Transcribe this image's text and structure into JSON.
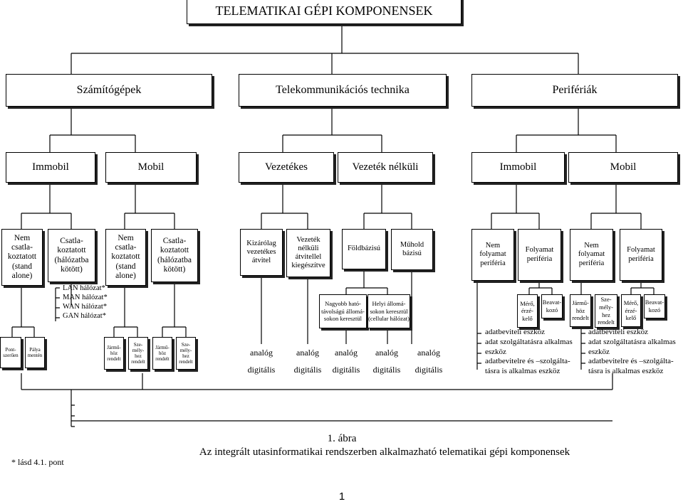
{
  "title": "TELEMATIKAI GÉPI KOMPONENSEK",
  "level2": [
    "Számítógépek",
    "Telekommunikációs technika",
    "Perifériák"
  ],
  "level3": [
    "Immobil",
    "Mobil",
    "Vezetékes",
    "Vezeték nélküli",
    "Immobil",
    "Mobil"
  ],
  "level4": [
    "Nem\ncsatla-\nkoztatott\n(stand\nalone)",
    "Csatla-\nkoztatott\n(hálózatba\nkötött)",
    "Nem\ncsatla-\nkoztatott\n(stand\nalone)",
    "Csatla-\nkoztatott\n(hálózatba\nkötött)",
    "Kizárólag\nvezetékes\nátvitel",
    "Vezeték\nnélküli\nátvitellel\nkiegészítve",
    "Földbázisú",
    "Műhold\nbázisú",
    "Nem\nfolyamat\nperiféria",
    "Folyamat\nperiféria",
    "Nem\nfolyamat\nperiféria",
    "Folyamat\nperiféria"
  ],
  "networks": "LAN hálózat*\nMAN hálózat*\nWAN hálózat*\nGAN hálózat*",
  "level5": [
    "Nagyobb ható-\ntávolságú állomá-\nsokon keresztül",
    "Helyi állomá-\nsokon keresztül\n(cellular hálózat)",
    "Mérő,\nérzé-\nkelő",
    "Beavat-\nkozó",
    "Jármű-\nhöz\nrendelt",
    "Sze-\nmély-\nhez\nrendelt",
    "Mérő,\nérzé-\nkelő",
    "Beavat-\nkozó"
  ],
  "level6": [
    "Pont-\nszerűen",
    "Pálya\nmentén",
    "Jármű-\nhöz\nrendelt",
    "Sze-\nmély-\nhez\nrendelt",
    "Jármű-\nhöz\nrendelt",
    "Sze-\nmély-\nhez\nrendelt"
  ],
  "analog_digital": "analóg\ndigitális",
  "device_left": "adatbeviteli eszköz\nadat szolgáltatásra alkalmas\neszköz\nadatbevitelre és –szolgálta-\ntásra is alkalmas eszköz",
  "device_right": "adatbeviteli eszköz\nadat szolgáltatásra alkalmas\neszköz\nadatbevitelre és –szolgálta-\ntásra is alkalmas eszköz",
  "figure_number": "1. ábra",
  "figure_caption": "Az integrált utasinformatikai rendszerben alkalmazható telematikai gépi komponensek",
  "footnote": "* lásd 4.1. pont",
  "page_number": "1"
}
